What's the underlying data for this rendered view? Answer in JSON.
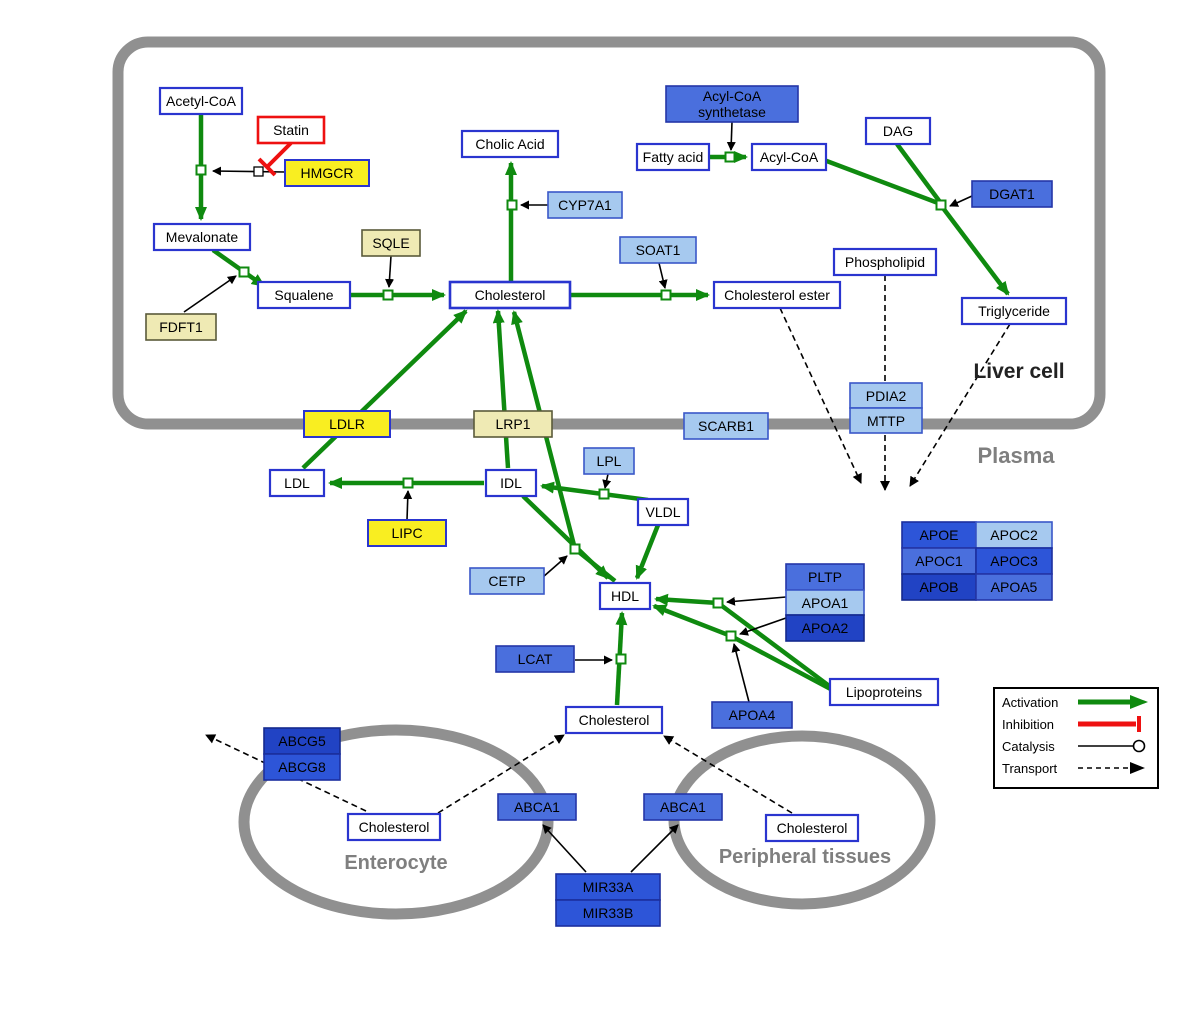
{
  "compartments": {
    "liver_cell": "Liver cell",
    "plasma": "Plasma",
    "enterocyte": "Enterocyte",
    "peripheral_tissues": "Peripheral tissues"
  },
  "legend": {
    "activation": "Activation",
    "inhibition": "Inhibition",
    "catalysis": "Catalysis",
    "transport": "Transport"
  },
  "nodes": {
    "acetyl_coa": "Acetyl-CoA",
    "statin": "Statin",
    "hmgcr": "HMGCR",
    "mevalonate": "Mevalonate",
    "sqle": "SQLE",
    "fdft1": "FDFT1",
    "squalene": "Squalene",
    "cholesterol_liver": "Cholesterol",
    "cholic_acid": "Cholic Acid",
    "cyp7a1": "CYP7A1",
    "soat1": "SOAT1",
    "cholesterol_ester": "Cholesterol ester",
    "acyl_coa_synthetase_line1": "Acyl-CoA",
    "acyl_coa_synthetase_line2": "synthetase",
    "fatty_acid": "Fatty acid",
    "acyl_coa": "Acyl-CoA",
    "dag": "DAG",
    "dgat1": "DGAT1",
    "phospholipid": "Phospholipid",
    "triglyceride": "Triglyceride",
    "pdia2": "PDIA2",
    "mttp": "MTTP",
    "ldlr": "LDLR",
    "lrp1": "LRP1",
    "scarb1": "SCARB1",
    "ldl": "LDL",
    "idl": "IDL",
    "lpl": "LPL",
    "vldl": "VLDL",
    "lipc": "LIPC",
    "cetp": "CETP",
    "hdl": "HDL",
    "pltp": "PLTP",
    "apoa1": "APOA1",
    "apoa2": "APOA2",
    "apoe": "APOE",
    "apoc2": "APOC2",
    "apoc1": "APOC1",
    "apoc3": "APOC3",
    "apob": "APOB",
    "apoa5": "APOA5",
    "lcat": "LCAT",
    "apoa4": "APOA4",
    "lipoproteins": "Lipoproteins",
    "cholesterol_plasma": "Cholesterol",
    "abcg5": "ABCG5",
    "abcg8": "ABCG8",
    "cholesterol_enterocyte": "Cholesterol",
    "abca1_enterocyte": "ABCA1",
    "abca1_peripheral": "ABCA1",
    "cholesterol_peripheral": "Cholesterol",
    "mir33a": "MIR33A",
    "mir33b": "MIR33B"
  },
  "colors": {
    "activation_green": "#0f8a0f",
    "inhibition_red": "#ee1111",
    "metabolite_border_blue": "#2a35cf",
    "enzyme_yellow": "#f9ee21",
    "enzyme_pale_yellow": "#efeab4",
    "gene_light_blue": "#a6c9ef",
    "gene_medium_blue": "#4a6fdd",
    "gene_dark_blue": "#2143c4",
    "membrane_gray": "#909090"
  }
}
